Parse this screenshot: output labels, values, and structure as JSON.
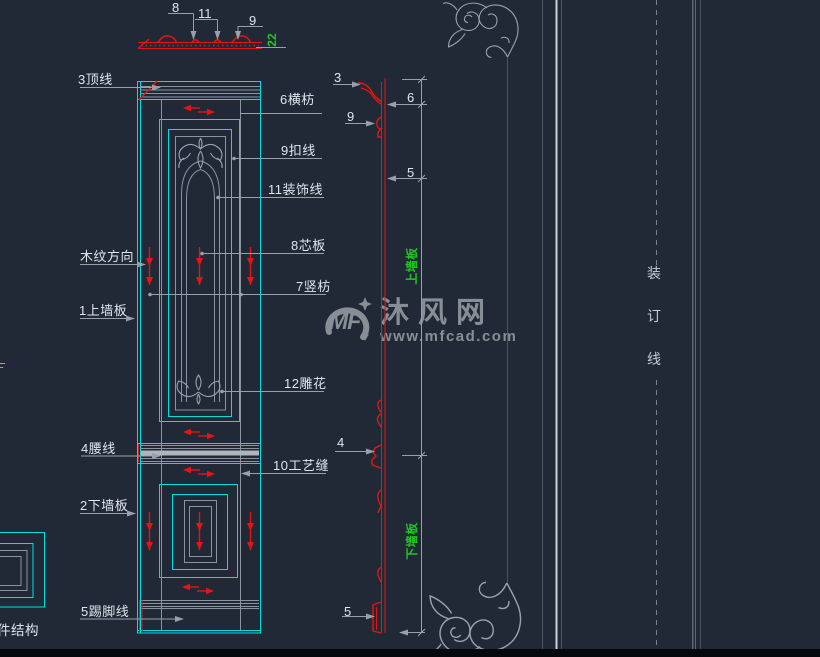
{
  "colors": {
    "background": "#202935",
    "cad_cyan": "#00dfe2",
    "cad_red": "#e81414",
    "cad_green": "#21c622",
    "cad_gray": "#8b939d",
    "label_text": "#dfe5ec"
  },
  "top_detail": {
    "dim8": "8",
    "dim11": "11",
    "dim9": "9",
    "height_dim": "22"
  },
  "elevation_labels": {
    "top_line": "3顶线",
    "rail": "6横枋",
    "clasp_line": "9扣线",
    "deco_line": "11装饰线",
    "core_board": "8芯板",
    "stile": "7竖枋",
    "grain_direction": "木纹方向",
    "upper_wall_panel": "1上墙板",
    "carving": "12雕花",
    "waist_line": "4腰线",
    "craft_seam": "10工艺缝",
    "lower_wall_panel": "2下墙板",
    "skirting_line": "5踢脚线"
  },
  "section_labels": {
    "top_line_no": "3",
    "clasp_no": "9",
    "dim_rail": "6",
    "dim_upper": "5",
    "waist_no": "4",
    "skirting_no": "5",
    "upper_board": "上墙板",
    "lower_board": "下墙板"
  },
  "binding_line": {
    "char1": "装",
    "char2": "订",
    "char3": "线"
  },
  "watermark": {
    "logo": "MF",
    "site_name": "沐风网",
    "site_url": "www.mfcad.com"
  },
  "bottom_left_label": "件结构"
}
